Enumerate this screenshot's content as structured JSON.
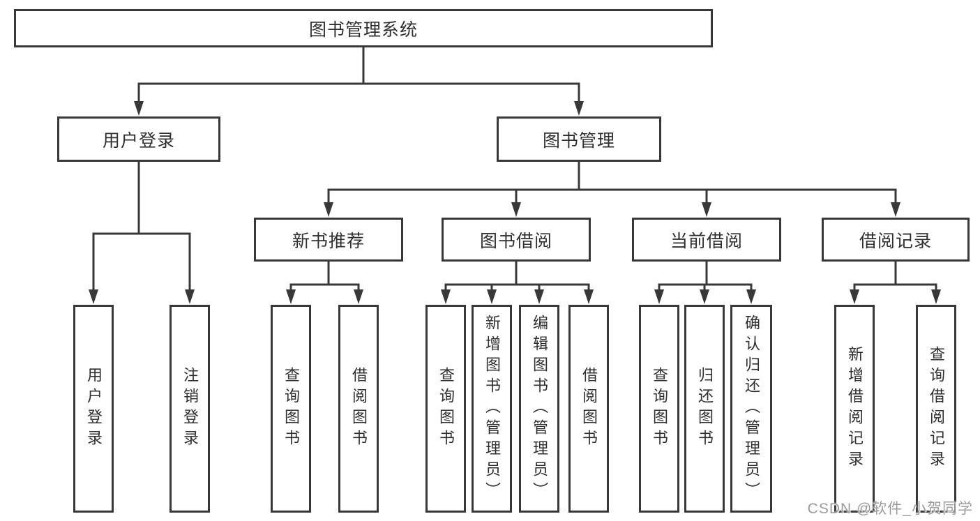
{
  "diagram": {
    "title_note": "functional structure tree",
    "root": {
      "label": "图书管理系统"
    },
    "branches": [
      {
        "label": "用户登录",
        "children": [
          {
            "label": "用户登录"
          },
          {
            "label": "注销登录"
          }
        ]
      },
      {
        "label": "图书管理",
        "children": [
          {
            "label": "新书推荐",
            "children": [
              {
                "label": "查询图书"
              },
              {
                "label": "借阅图书"
              }
            ]
          },
          {
            "label": "图书借阅",
            "children": [
              {
                "label": "查询图书"
              },
              {
                "label": "新增图书（管理员）"
              },
              {
                "label": "编辑图书（管理员）"
              },
              {
                "label": "借阅图书"
              }
            ]
          },
          {
            "label": "当前借阅",
            "children": [
              {
                "label": "查询图书"
              },
              {
                "label": "归还图书"
              },
              {
                "label": "确认归还（管理员）"
              }
            ]
          },
          {
            "label": "借阅记录",
            "children": [
              {
                "label": "新增借阅记录"
              },
              {
                "label": "查询借阅记录"
              }
            ]
          }
        ]
      }
    ]
  },
  "colors": {
    "line": "#383838",
    "text": "#2f2f2f",
    "background": "#ffffff",
    "watermark": "#9b9b9b"
  },
  "watermark": {
    "text": "CSDN @软件_小贺同学"
  }
}
